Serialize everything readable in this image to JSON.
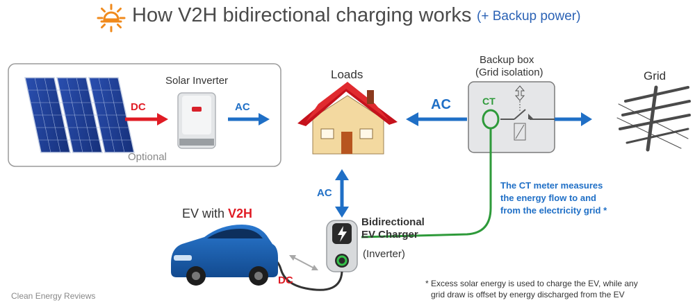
{
  "title": "How V2H bidirectional charging works",
  "title_sub": "(+ Backup power)",
  "icons": [
    "sun-icon",
    "solar-panel-icon",
    "solar-inverter-icon",
    "house-icon",
    "grid-pylon-icon",
    "ev-car-icon",
    "ev-charger-icon",
    "switch-icon"
  ],
  "solar_inverter_label": "Solar Inverter",
  "optional_label": "Optional",
  "dc_label_top": "DC",
  "ac_label_top": "AC",
  "loads_label": "Loads",
  "ac_main_label": "AC",
  "backup_box_label": "Backup box",
  "backup_box_sub": "(Grid isolation)",
  "ct_label": "CT",
  "grid_label": "Grid",
  "ac_vertical_label": "AC",
  "charger_label_1": "Bidirectional",
  "charger_label_2": "EV Charger",
  "charger_label_3": "(Inverter)",
  "ev_label_prefix": "EV with ",
  "ev_label_v2h": "V2H",
  "dc_label_bottom": "DC",
  "ct_note_1": "The CT meter measures",
  "ct_note_2": "the energy flow to and",
  "ct_note_3": "from the electricity grid *",
  "footnote_1": "* Excess solar energy is used to charge the EV, while any",
  "footnote_2": "grid draw is offset by energy discharged from the EV",
  "credit": "Clean Energy Reviews",
  "colors": {
    "blue": "#1f6fc6",
    "red": "#e01b24",
    "green": "#2e9a3a",
    "car": "#1a5aa8",
    "roof": "#d8202a",
    "sun": "#f08a1c"
  }
}
